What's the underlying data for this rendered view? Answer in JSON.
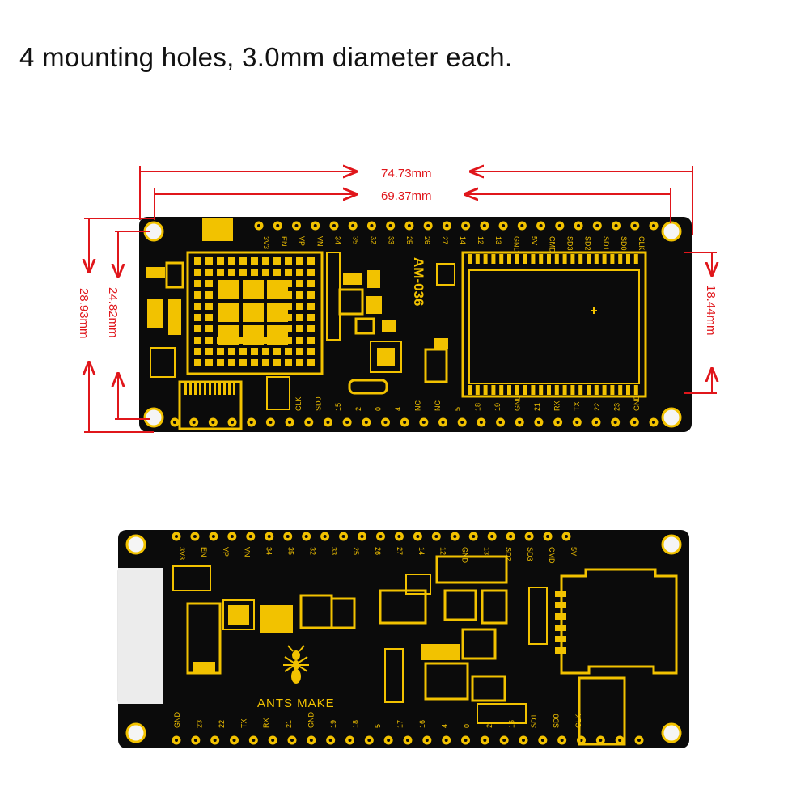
{
  "caption": "4 mounting holes, 3.0mm diameter each.",
  "dimensions": {
    "overall_length": "74.73mm",
    "hole_spacing_length": "69.37mm",
    "overall_width": "28.93mm",
    "hole_spacing_width": "24.82mm",
    "connector_width": "18.44mm"
  },
  "board_front": {
    "model": "AM-036",
    "top_pin_labels": [
      "CLK",
      "SD0",
      "SD1",
      "SD2",
      "SD3",
      "CMD",
      "5V",
      "GND",
      "13",
      "12",
      "14",
      "27",
      "26",
      "25",
      "33",
      "32",
      "35",
      "34",
      "VN",
      "VP",
      "EN",
      "3V3"
    ],
    "bottom_pin_labels": [
      "CLK",
      "SD0",
      "15",
      "2",
      "0",
      "4",
      "NC",
      "NC",
      "5",
      "18",
      "19",
      "GND",
      "21",
      "RX",
      "TX",
      "22",
      "23",
      "GND"
    ]
  },
  "board_back": {
    "brand": "ANTS MAKE",
    "top_pin_labels": [
      "3V3",
      "EN",
      "VP",
      "VN",
      "34",
      "35",
      "32",
      "33",
      "25",
      "26",
      "27",
      "14",
      "12",
      "GND",
      "13",
      "SD2",
      "SD3",
      "CMD",
      "5V"
    ],
    "bottom_pin_labels": [
      "GND",
      "23",
      "22",
      "TX",
      "RX",
      "21",
      "GND",
      "19",
      "18",
      "5",
      "17",
      "16",
      "4",
      "0",
      "2",
      "15",
      "SD1",
      "SD0",
      "CLK"
    ]
  },
  "colors": {
    "pcb": "#0b0b0b",
    "silk": "#f2c200",
    "dimension": "#e0161b",
    "connector": "#ececec"
  }
}
